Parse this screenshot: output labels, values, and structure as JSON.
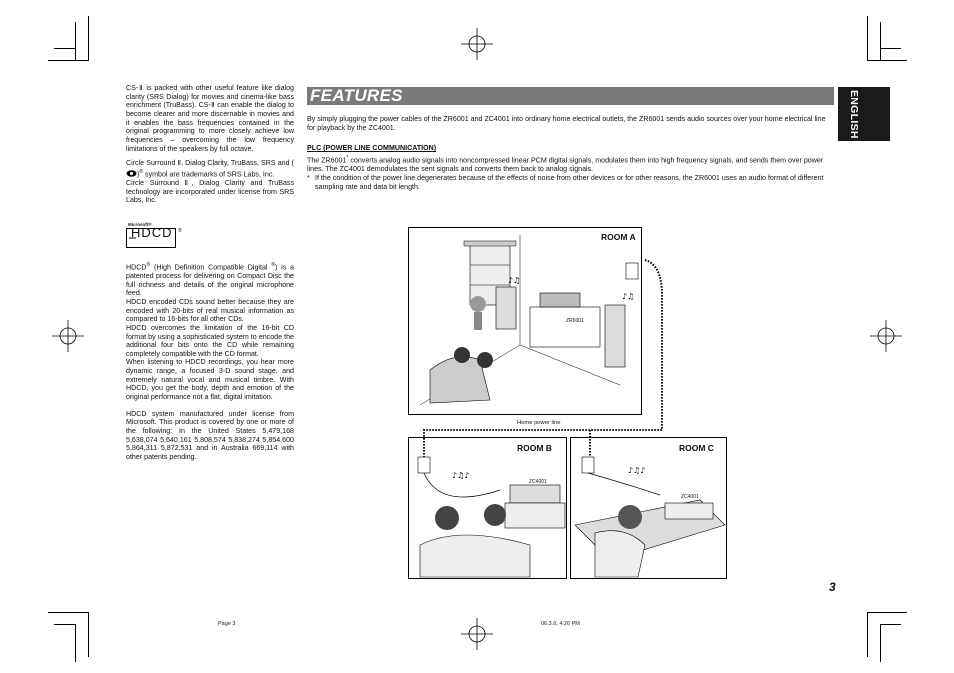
{
  "left_column": {
    "para1": "CS-Ⅱ is packed with other useful feature like dialog clarity (SRS Dialog) for movies and cinema-like bass enrichment (TruBass). CS-Ⅱ can enable the dialog to become clearer and more discernable in movies and it enables the bass frequencies contained in the original programming to more closely achieve low frequencies – overcoming the low frequency limitations of the speakers by full octave.",
    "para2_a": "Circle Surround Ⅱ, Dialog Clarity, TruBass, SRS and (",
    "para2_b": ")",
    "para2_sup": "®",
    "para2_c": " symbol are trademarks of SRS Labs, Inc.",
    "para3": "Circle Surround Ⅱ, Dialog Clarity and TruBass technology are incorporated under license from SRS Labs, Inc.",
    "hdcd_logo_top": "Microsoft®",
    "hdcd_logo_text": "HDCD",
    "hdcd_logo_reg": "®",
    "para4_a": "HDCD",
    "para4_b": " (High Definition Compatible Digital ",
    "para4_c": ") is a patented process for delivering on Compact Disc the full richness and details of the original microphone feed.",
    "para4_sup": "®",
    "para5": "HDCD encoded CDs sound better because they are encoded with 20-bits of real musical information as compared to 16-bits for all other CDs.",
    "para6": "HDCD overcomes the limitation of the 16-bit CD format by using a sophisticated system to encode the additional four bits onto the CD while remaining completely compatible with the CD format.",
    "para7": "When listening to HDCD recordings, you hear more dynamic range, a focused 3-D sound stage, and extremely natural vocal and musical timbre. With HDCD, you get the body, depth and emotion of the original performance not a flat, digital imitation.",
    "para8": "HDCD system manufactured under license from Microsoft. This product is covered by one or more of the following: In the United States 5,479,168 5,638,074 5,640,161 5,808,574 5,838,274 5,854,600 5,864,311 5,872,531 and in Australia 669,114 with other patents pending."
  },
  "features": {
    "title": "FEATURES",
    "intro": "By simply plugging the power cables of the ZR6001 and ZC4001 into ordinary home electrical outlets, the ZR6001 sends audio sources over your home electrical line for playback by the ZC4001.",
    "plc_heading": "PLC (POWER LINE COMMUNICATION)",
    "plc_text_a": "The ZR6001",
    "plc_text_sup": "*",
    "plc_text_b": " converts analog audio signals into noncompressed linear PCM digital signals, modulates them into high frequency signals, and sends them over power lines. The ZC4001 demodulates the sent signals and converts them back to analog signals.",
    "note_mark": "*",
    "note_text": "If the condition of the power line degenerates because of the effects of noise from other devices or for other reasons, the ZR6001 uses an audio format of different sampling rate and data bit length."
  },
  "language_tab": "ENGLISH",
  "illustration": {
    "room_a": "ROOM A",
    "room_b": "ROOM B",
    "room_c": "ROOM C",
    "device_a": "ZR6001",
    "device_b": "ZC4001",
    "device_c": "ZC4001",
    "power_line_label": "Home power line"
  },
  "page_number": "3",
  "footer": {
    "left": "Page 3",
    "right": "06.3.6, 4:26 PM"
  }
}
